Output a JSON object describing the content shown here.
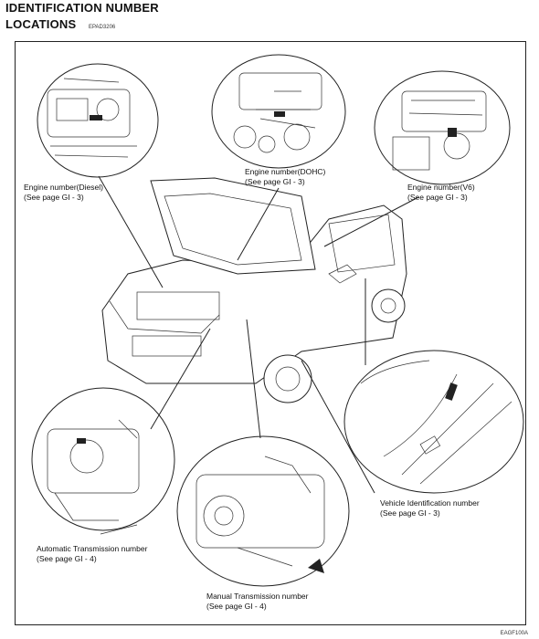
{
  "header": {
    "title_line1": "IDENTIFICATION NUMBER",
    "title_line2": "LOCATIONS",
    "doc_code": "EPAD3206"
  },
  "labels": {
    "diesel": {
      "line1": "Engine number(Diesel)",
      "line2": "(See page GI - 3)"
    },
    "dohc": {
      "line1": "Engine number(DOHC)",
      "line2": "(See page GI - 3)"
    },
    "v6": {
      "line1": "Engine number(V6)",
      "line2": "(See page GI - 3)"
    },
    "vin": {
      "line1": "Vehicle Identification number",
      "line2": "(See page GI - 3)"
    },
    "auto_trans": {
      "line1": "Automatic Transmission number",
      "line2": "(See page GI - 4)"
    },
    "manual_trans": {
      "line1": "Manual Transmission number",
      "line2": "(See page GI - 4)"
    }
  },
  "footer": {
    "figure_code": "EAGF100A"
  }
}
